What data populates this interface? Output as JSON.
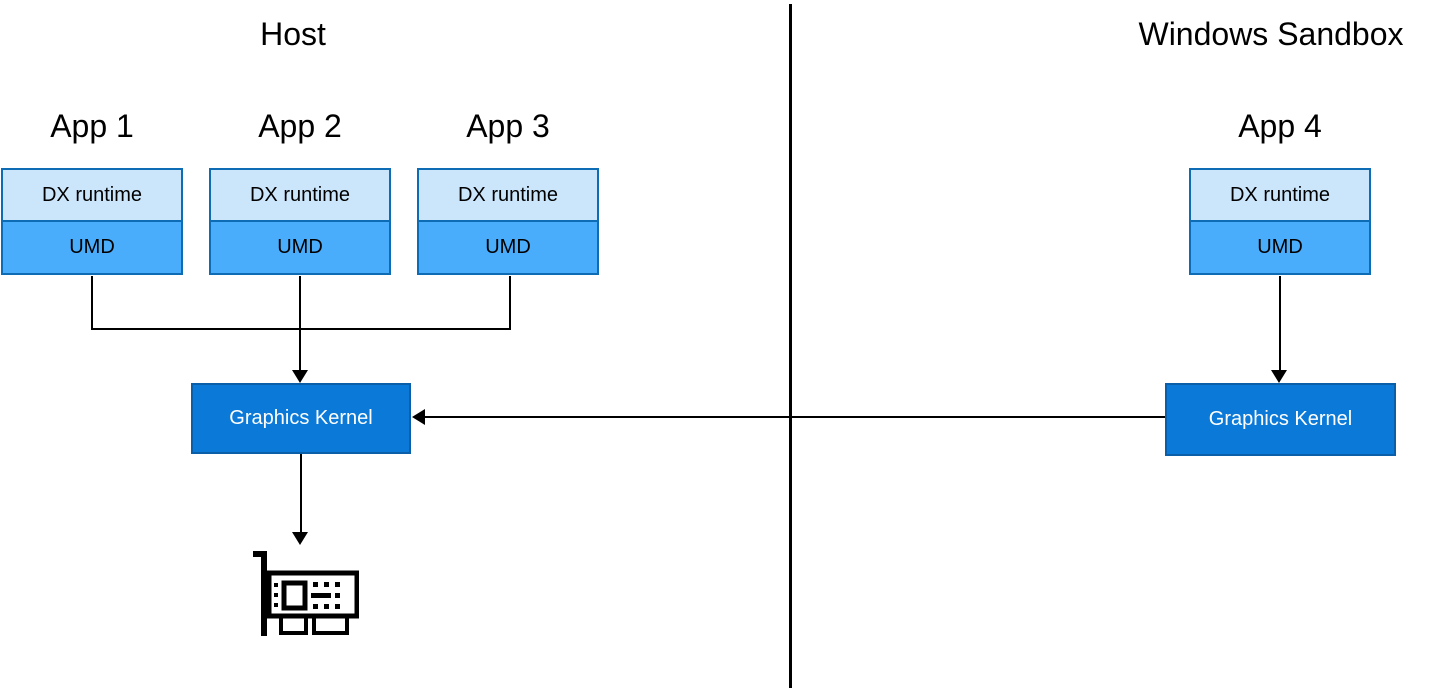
{
  "host": {
    "title": "Host",
    "apps": [
      {
        "name": "App 1",
        "dx_label": "DX runtime",
        "umd_label": "UMD"
      },
      {
        "name": "App 2",
        "dx_label": "DX runtime",
        "umd_label": "UMD"
      },
      {
        "name": "App 3",
        "dx_label": "DX runtime",
        "umd_label": "UMD"
      }
    ],
    "kernel_label": "Graphics Kernel",
    "gpu_icon": "graphics-card-icon"
  },
  "sandbox": {
    "title": "Windows Sandbox",
    "app": {
      "name": "App 4",
      "dx_label": "DX runtime",
      "umd_label": "UMD"
    },
    "kernel_label": "Graphics Kernel"
  },
  "colors": {
    "background": "#ffffff",
    "dx_fill": "#cbe5fb",
    "umd_fill": "#4aadfb",
    "app_border": "#0e6cb4",
    "kernel_fill": "#0b79d7",
    "kernel_border": "#0a5fa8",
    "kernel_text": "#ffffff",
    "line": "#000000"
  }
}
